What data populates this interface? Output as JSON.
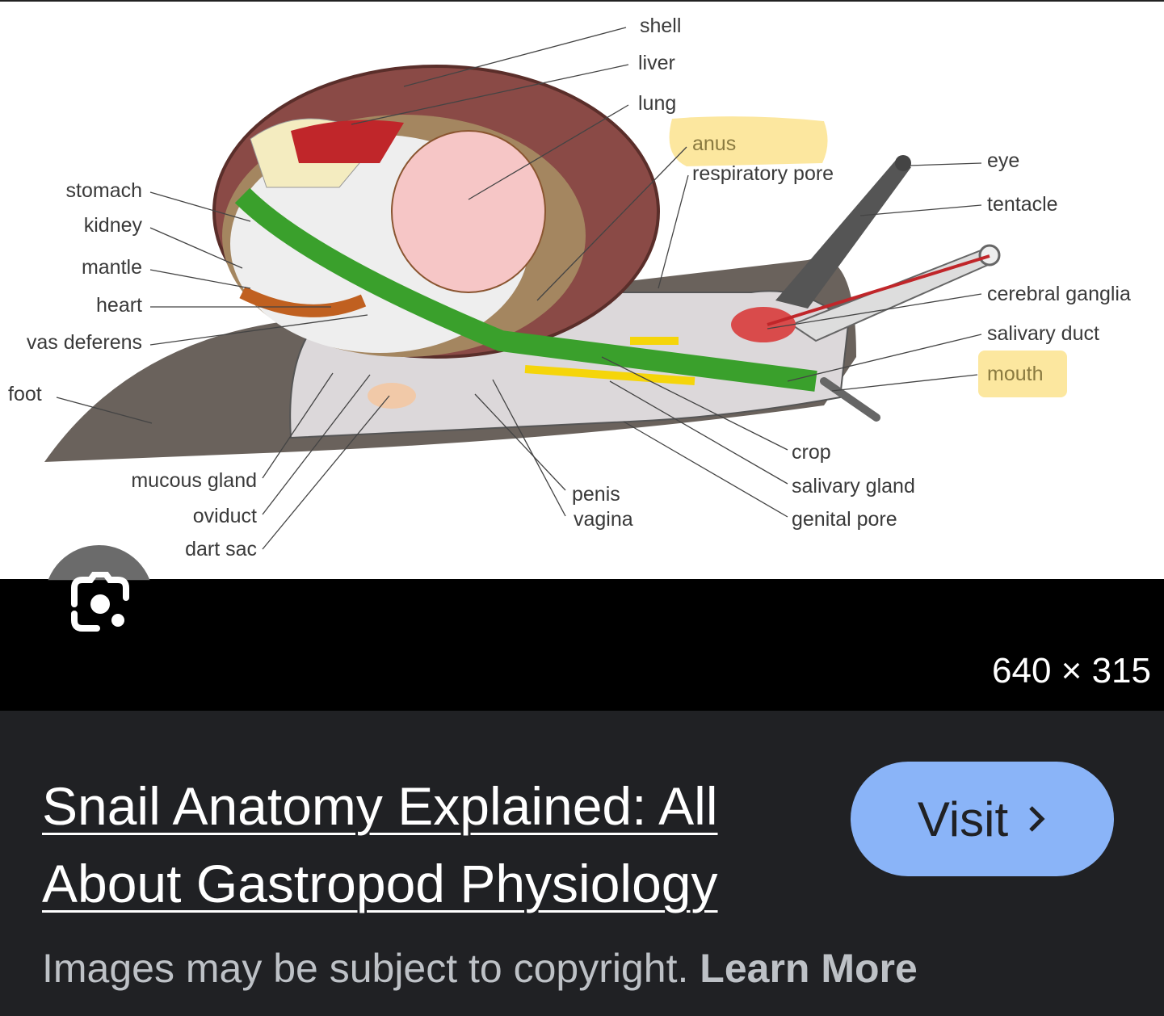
{
  "diagram": {
    "labels_left": [
      "stomach",
      "kidney",
      "mantle",
      "heart",
      "vas deferens",
      "foot"
    ],
    "labels_top": [
      "shell",
      "liver",
      "lung",
      "anus",
      "respiratory pore"
    ],
    "labels_right": [
      "eye",
      "tentacle",
      "cerebral ganglia",
      "salivary duct",
      "mouth"
    ],
    "labels_bottom_left": [
      "mucous gland",
      "oviduct",
      "dart sac"
    ],
    "labels_bottom_mid": [
      "penis",
      "vagina"
    ],
    "labels_bottom_right": [
      "crop",
      "salivary gland",
      "genital pore"
    ],
    "highlighted": [
      "anus",
      "mouth"
    ],
    "highlight_color": "#fbe38e"
  },
  "viewer": {
    "lens_icon": "google-lens-icon",
    "dimensions": "640 × 315"
  },
  "result": {
    "title": "Snail Anatomy Explained: All About Gastropod Physiology",
    "visit_label": "Visit",
    "visit_icon": "chevron-right-icon",
    "copyright_text": "Images may be subject to copyright.",
    "learn_more": "Learn More"
  },
  "colors": {
    "visit_bg": "#8ab4f8",
    "panel_bg": "#202124"
  }
}
